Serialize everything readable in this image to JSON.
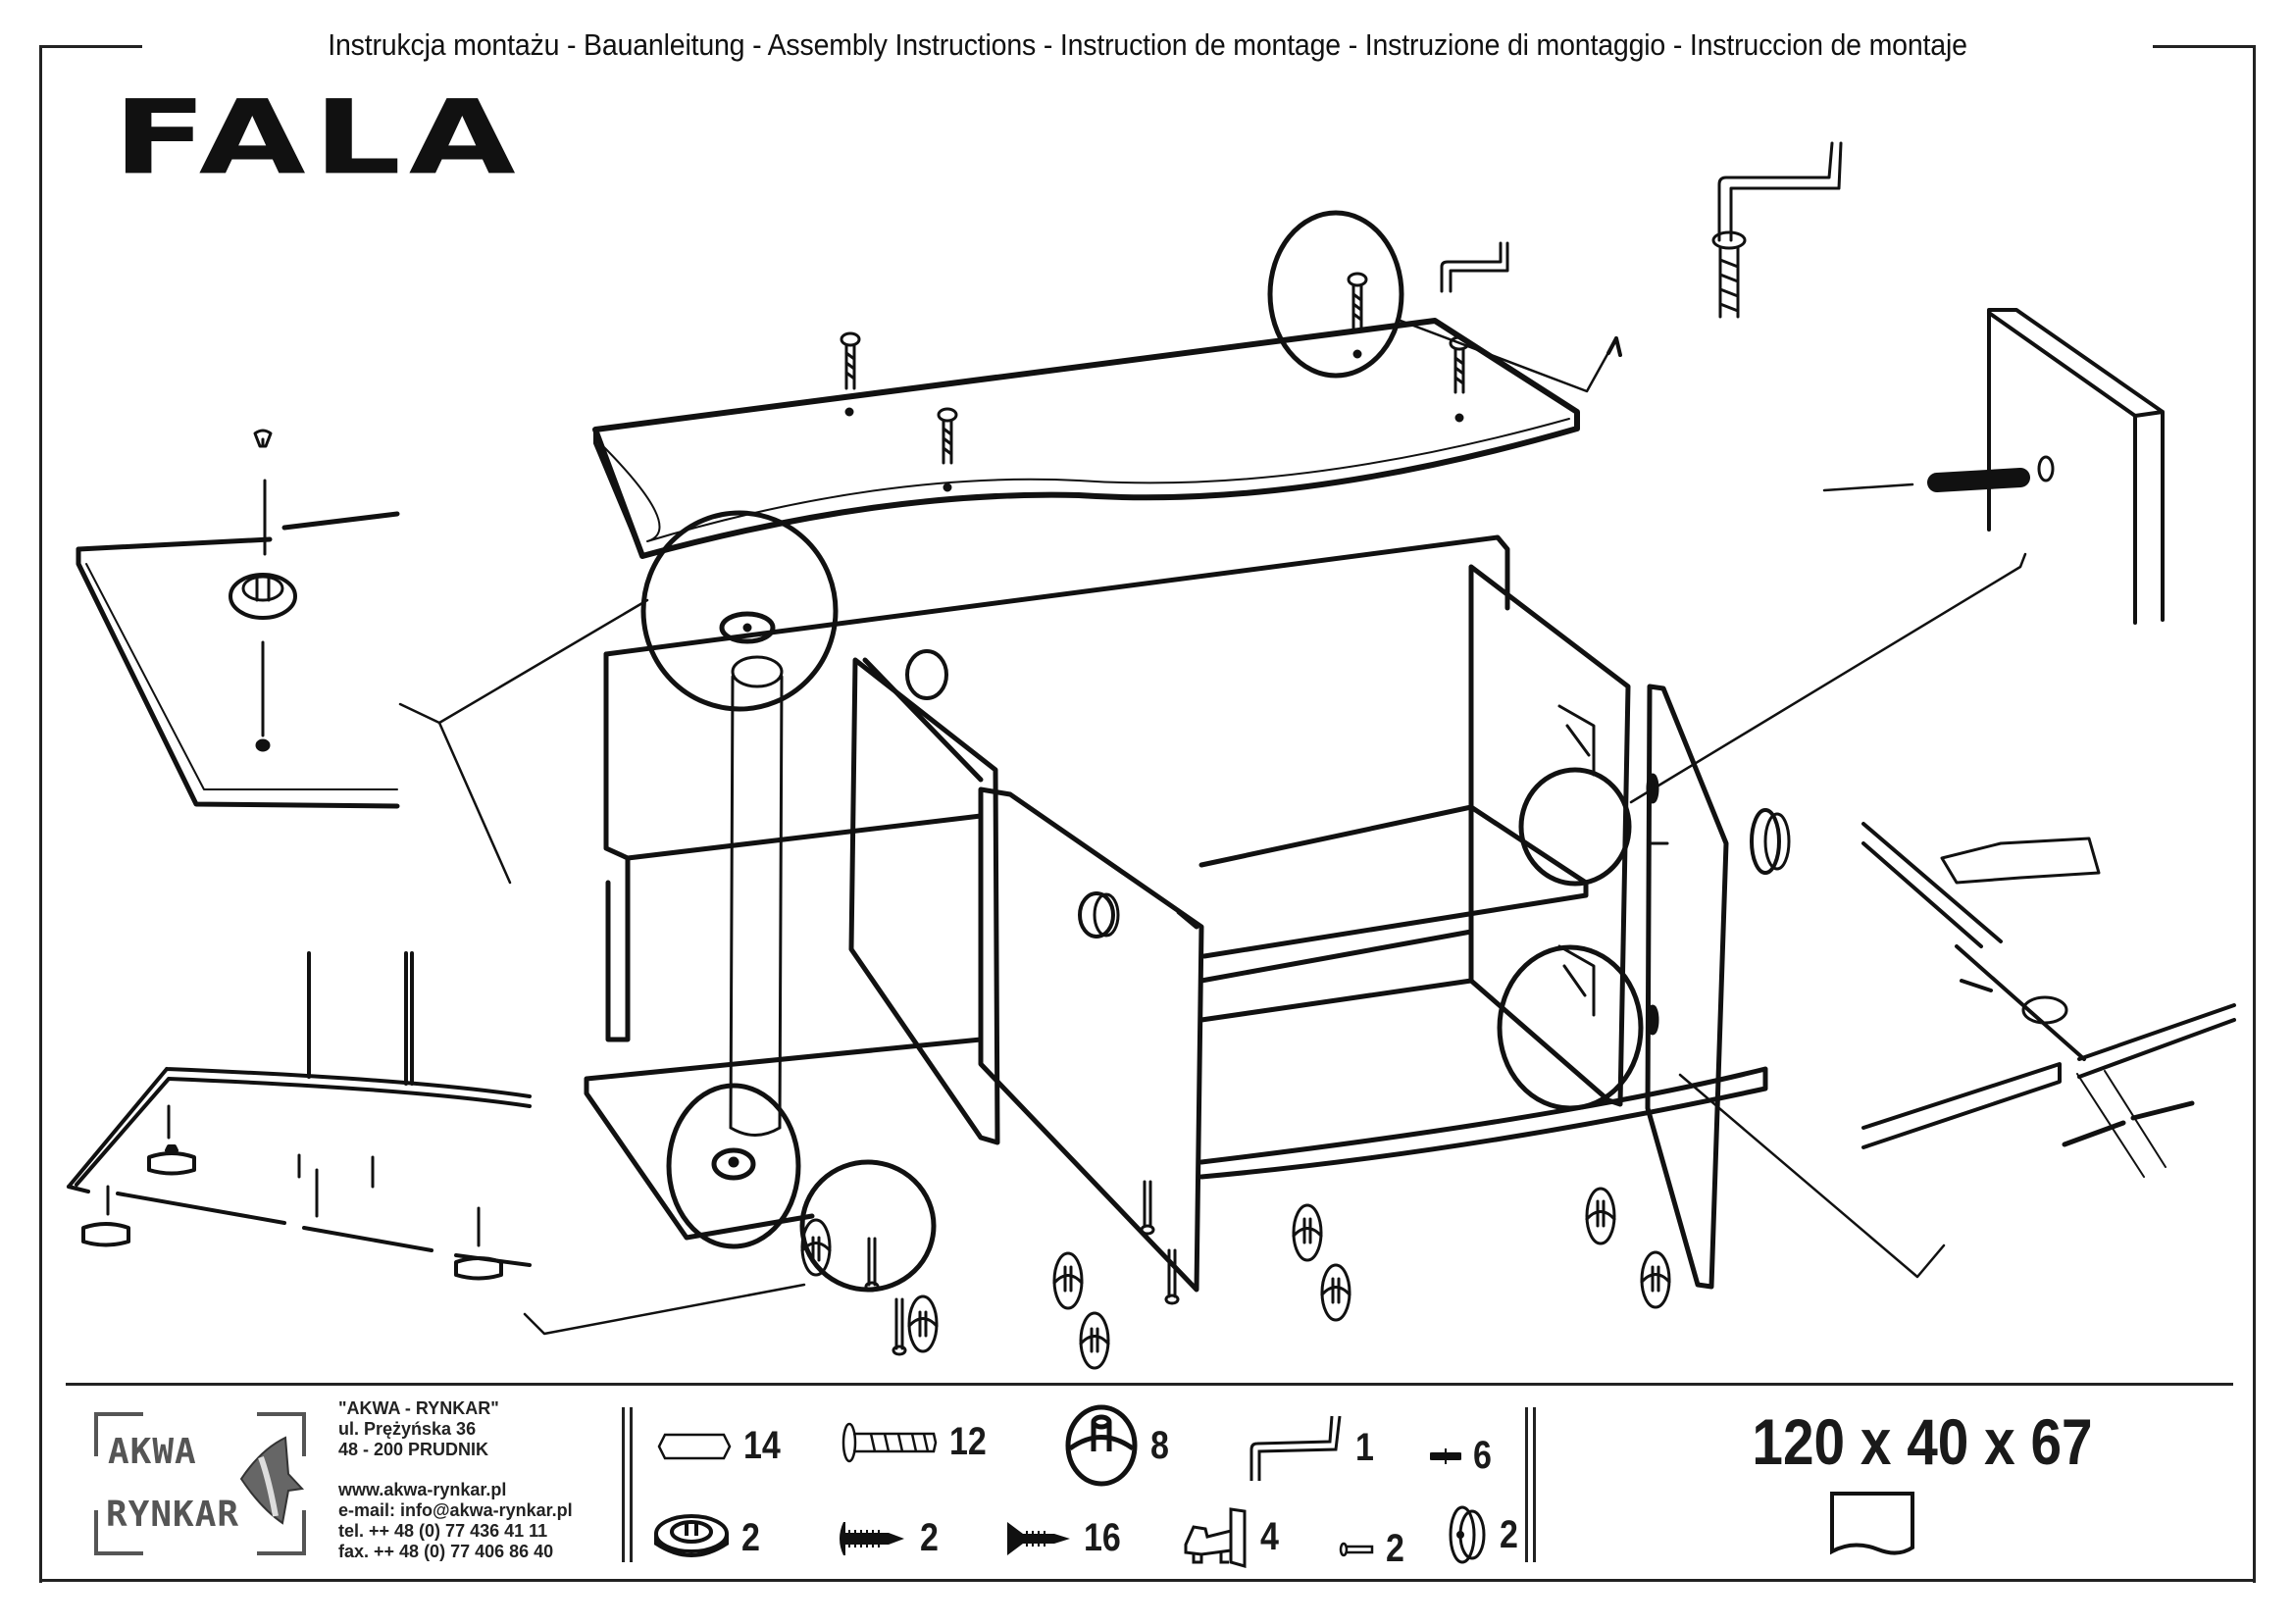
{
  "header": {
    "title": "Instrukcja montażu - Bauanleitung - Assembly Instructions - Instruction de montage -  Instruzione di montaggio - Instruccion de montaje"
  },
  "product": {
    "name": "FALA",
    "dimensions": "120 x 40 x 67"
  },
  "company": {
    "logo_line1": "AKWA",
    "logo_line2": "RYNKAR",
    "name": "\"AKWA - RYNKAR\"",
    "street": "ul. Prężyńska 36",
    "city": "48 - 200 PRUDNIK",
    "website": "www.akwa-rynkar.pl",
    "email": "e-mail: info@akwa-rynkar.pl",
    "tel": "tel. ++ 48 (0) 77 436 41 11",
    "fax": "fax. ++ 48 (0) 77 406 86 40"
  },
  "parts": [
    {
      "icon": "dowel-icon",
      "qty": "14"
    },
    {
      "icon": "confirmat-screw-icon",
      "qty": "12"
    },
    {
      "icon": "cam-lock-icon",
      "qty": "8"
    },
    {
      "icon": "allen-key-icon",
      "qty": "1"
    },
    {
      "icon": "shelf-pin-icon",
      "qty": "6"
    },
    {
      "icon": "glider-foot-icon",
      "qty": "2"
    },
    {
      "icon": "round-head-screw-icon",
      "qty": "2"
    },
    {
      "icon": "countersunk-screw-icon",
      "qty": "16"
    },
    {
      "icon": "hinge-icon",
      "qty": "4"
    },
    {
      "icon": "small-screw-icon",
      "qty": "2"
    },
    {
      "icon": "knob-icon",
      "qty": "2"
    }
  ],
  "colors": {
    "line": "#111111",
    "logo": "#555555"
  }
}
